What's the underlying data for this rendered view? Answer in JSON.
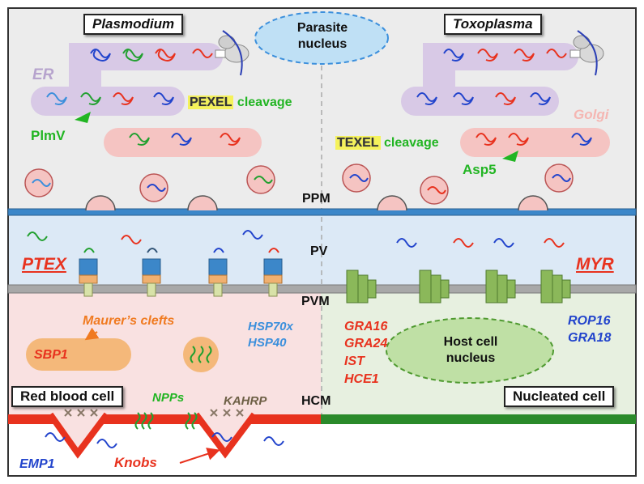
{
  "colors": {
    "plasmodium_bg": "#ececec",
    "toxo_bg": "#ececec",
    "pv_bg": "#dce9f6",
    "rbc_bg": "#f9e1e1",
    "nucleated_bg": "#e7f0e0",
    "ppm": "#3c87c9",
    "pvm": "#a8a8a8",
    "rbc_membrane": "#e8321e",
    "host_membrane": "#2a8a2a",
    "er": "#d8c9e6",
    "golgi": "#f5c4c2"
  },
  "labels": {
    "plasmodium": "Plasmodium",
    "toxoplasma": "Toxoplasma",
    "parasite_nucleus": "Parasite nucleus",
    "er": "ER",
    "golgi": "Golgi",
    "pexel": "PEXEL",
    "texel": "TEXEL",
    "cleavage": "cleavage",
    "plmv": "PlmV",
    "asp5": "Asp5",
    "ppm": "PPM",
    "pv": "PV",
    "pvm": "PVM",
    "hcm": "HCM",
    "ptex": "PTEX",
    "myr": "MYR",
    "maurers_clefts": "Maurer’s clefts",
    "sbp1": "SBP1",
    "hsp70x": "HSP70x",
    "hsp40": "HSP40",
    "gra16": "GRA16",
    "gra24": "GRA24",
    "ist": "IST",
    "hce1": "HCE1",
    "host_cell_nucleus": "Host cell nucleus",
    "rop16": "ROP16",
    "gra18": "GRA18",
    "red_blood_cell": "Red blood cell",
    "nucleated_cell": "Nucleated cell",
    "npps": "NPPs",
    "kahrp": "KAHRP",
    "emp1": "EMP1",
    "knobs": "Knobs"
  }
}
